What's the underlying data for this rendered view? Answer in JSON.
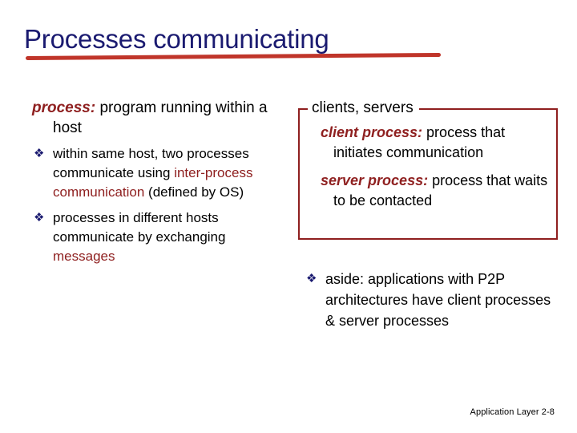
{
  "slide": {
    "title": "Processes communicating",
    "title_color": "#1a1a70",
    "rule_color": "#c0352a",
    "accent_color": "#8f2020",
    "bullet_glyph": "❖",
    "background": "#ffffff"
  },
  "left_column": {
    "lead": {
      "term": "process:",
      "definition": " program running within a host"
    },
    "bullets": [
      {
        "glyph": "❖",
        "part1": "within same host, two processes communicate using  ",
        "highlight": "inter-process communication",
        "part2": " (defined by OS)"
      },
      {
        "glyph": "❖",
        "part1": "processes in different hosts communicate by exchanging ",
        "highlight": "messages",
        "part2": ""
      }
    ]
  },
  "right_column": {
    "box": {
      "legend": "clients, servers",
      "border_color": "#8f1f1f",
      "lines": [
        {
          "term": "client process:",
          "definition": " process that initiates communication"
        },
        {
          "term": "server process:",
          "definition": " process that waits to be contacted"
        }
      ]
    },
    "aside": {
      "glyph": "❖",
      "text": "aside: applications with P2P architectures have client processes & server processes"
    }
  },
  "footer": {
    "text": "Application Layer 2-8"
  }
}
